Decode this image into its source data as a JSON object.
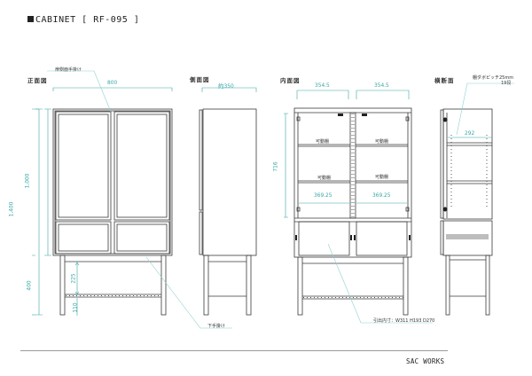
{
  "header": {
    "title": "CABINET [ RF-095 ]",
    "title_marker": "square-bullet"
  },
  "views": {
    "front": {
      "label": "正面図",
      "width_dim": "800",
      "total_height_dim": "1,400",
      "body_height_dim": "1,000",
      "leg_height_dim": "400",
      "stretcher_gap_dim": "225",
      "stretcher_height_dim": "110",
      "note_door_pull": "扉側面手掛け",
      "note_drawer_pull": "下手掛け"
    },
    "side": {
      "label": "側面図",
      "depth_dim": "約350"
    },
    "interior": {
      "label": "内面図",
      "top_left_dim": "354.5",
      "top_right_dim": "354.5",
      "inner_height_dim": "716",
      "inner_left_width_dim": "369.25",
      "inner_right_width_dim": "369.25",
      "shelf_labels": [
        "可動棚",
        "可動棚",
        "可動棚",
        "可動棚"
      ],
      "drawer_note": "引出内寸：W311 H193 D270"
    },
    "section": {
      "label": "横断面",
      "dowel_note_line1": "棚ダボピッチ25mm",
      "dowel_note_line2": "19段",
      "depth_dim": "292"
    }
  },
  "colors": {
    "line": "#3a3a3a",
    "dimension": "#3aa6a6",
    "leader": "#8fcfcf",
    "footer_rule": "#999999"
  },
  "footer": {
    "brand": "SAC WORKS"
  }
}
